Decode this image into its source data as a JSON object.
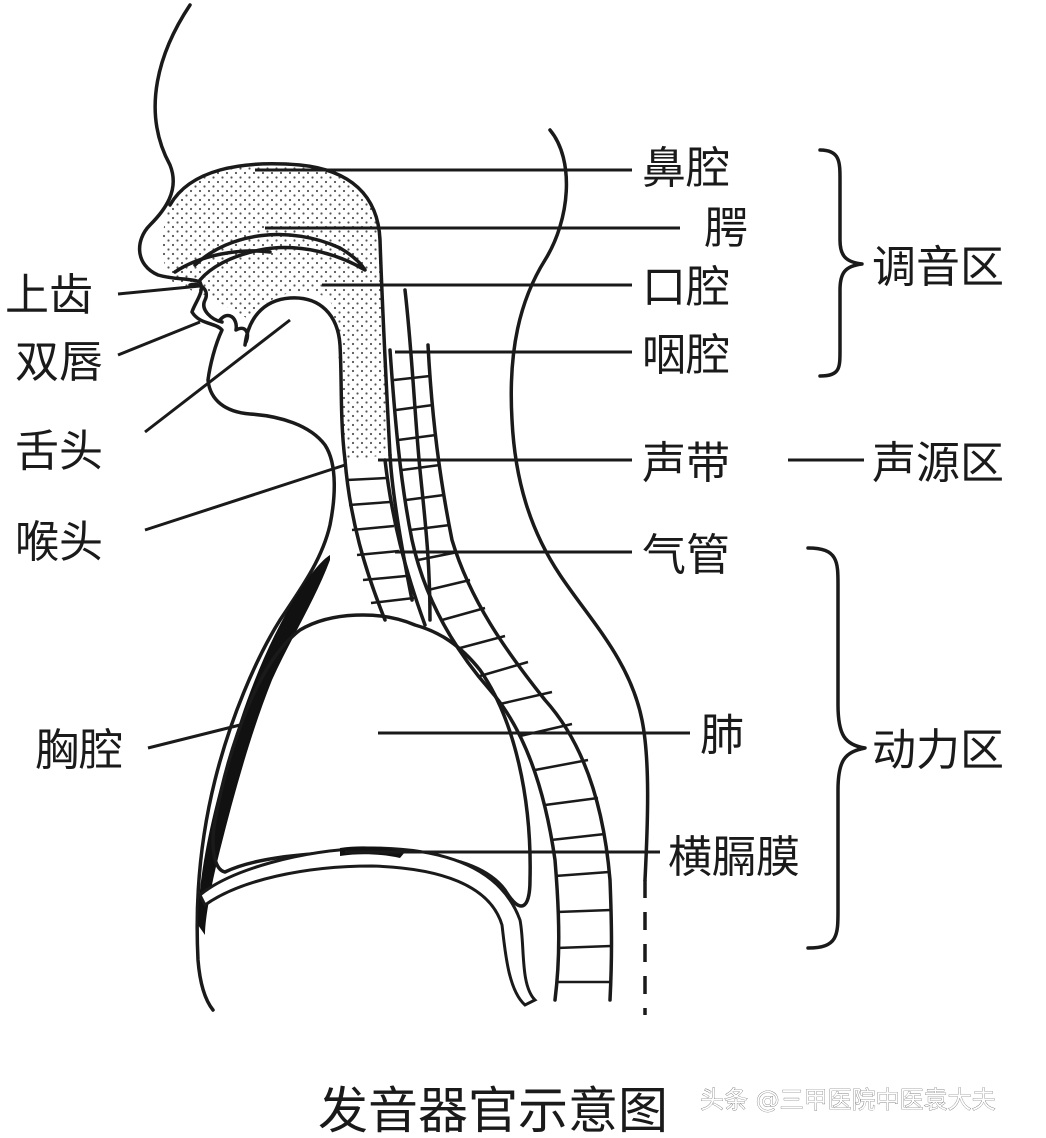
{
  "labels": {
    "bi_qiang": "鼻腔",
    "e": "腭",
    "kou_qiang": "口腔",
    "yan_qiang": "咽腔",
    "sheng_dai": "声带",
    "qi_guan": "气管",
    "fei": "肺",
    "heng_ge_mo": "横膈膜",
    "shang_chi": "上齿",
    "shuang_chun": "双唇",
    "she_tou": "舌头",
    "hou_tou": "喉头",
    "xiong_qiang": "胸腔"
  },
  "regions": {
    "tiao_yin": "调音区",
    "sheng_yuan": "声源区",
    "dong_li": "动力区"
  },
  "caption": "发音器官示意图",
  "watermark": "头条 @三甲医院中医袁大夫"
}
